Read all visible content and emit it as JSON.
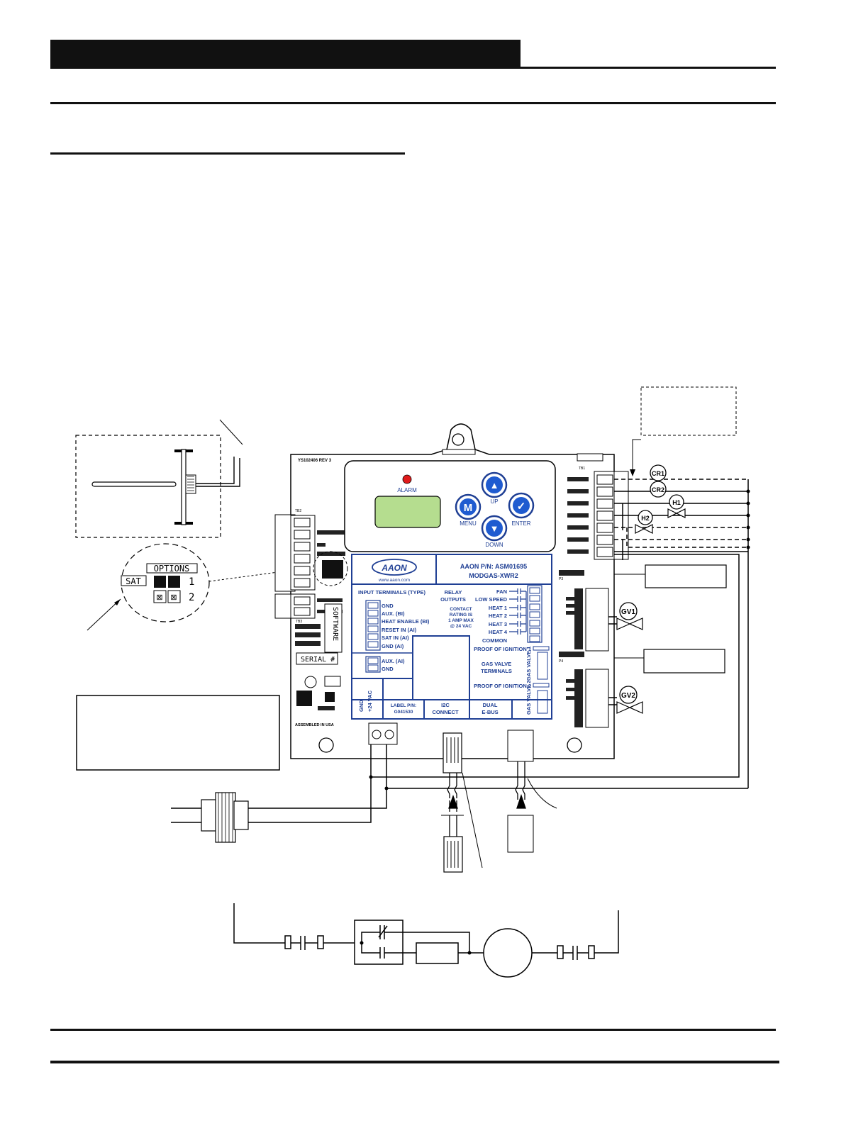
{
  "board": {
    "revision": "YS102406 REV 3",
    "tb2": "TB2",
    "tb3": "TB3",
    "tb1": "TB1",
    "assembled": "ASSEMBLED IN USA",
    "software": "SOFTWARE",
    "serial": "SERIAL #",
    "options": "OPTIONS",
    "sat": "SAT",
    "opt1": "1",
    "opt2": "2",
    "p3": "P3",
    "p4": "P4"
  },
  "display": {
    "alarm": "ALARM",
    "buttons": [
      {
        "key": "menu",
        "glyph": "M",
        "label": "MENU"
      },
      {
        "key": "up",
        "glyph": "▲",
        "label": "UP"
      },
      {
        "key": "enter",
        "glyph": "✓",
        "label": "ENTER"
      },
      {
        "key": "down",
        "glyph": "▼",
        "label": "DOWN"
      }
    ]
  },
  "brand": {
    "logo": "AAON",
    "website": "www.aaon.com",
    "part_number": "AAON P/N: ASM01695",
    "model": "MODGAS-XWR2"
  },
  "inputs": {
    "title": "INPUT TERMINALS (TYPE)",
    "terminals": [
      "GND",
      "AUX. (BI)",
      "HEAT ENABLE (BI)",
      "RESET IN (AI)",
      "SAT IN (AI)",
      "GND (AI)"
    ],
    "aux_terminals": [
      "AUX. (AI)",
      "GND"
    ]
  },
  "relays": {
    "title_line1": "RELAY",
    "title_line2": "OUTPUTS",
    "rating": [
      "CONTACT",
      "RATING IS",
      "1 AMP MAX",
      "@ 24 VAC"
    ],
    "outputs": [
      "FAN",
      "LOW SPEED",
      "HEAT 1",
      "HEAT 2",
      "HEAT 3",
      "HEAT 4",
      "COMMON"
    ]
  },
  "gas": {
    "proof1": "PROOF OF IGNITION 1",
    "terminals_line1": "GAS VALVE",
    "terminals_line2": "TERMINALS",
    "proof2": "PROOF OF IGNITION 2",
    "valve1": "GAS VALVE 1",
    "valve2": "GAS VALVE 2"
  },
  "bottom_panel": {
    "power_gnd": "GND",
    "power_24": "+24 VAC",
    "label_pn_line1": "LABEL P/N:",
    "label_pn_line2": "G041530",
    "i2c_line1": "I2C",
    "i2c_line2": "CONNECT",
    "ebus_line1": "DUAL",
    "ebus_line2": "E-BUS"
  },
  "wiring": {
    "cr1": "CR1",
    "cr2": "CR2",
    "h1": "H1",
    "h2": "H2",
    "gv1": "GV1",
    "gv2": "GV2"
  }
}
